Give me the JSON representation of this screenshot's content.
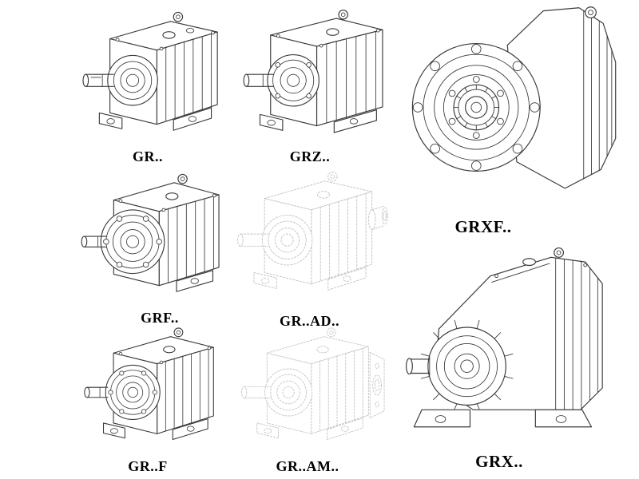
{
  "page": {
    "background": "#ffffff",
    "description_colors": {
      "line": "#3a3a3a",
      "faint_line": "#c4c4c4",
      "label": "#000000"
    }
  },
  "products": [
    {
      "label": "GR.."
    },
    {
      "label": "GRZ.."
    },
    {
      "label": "GRXF.."
    },
    {
      "label": "GRF.."
    },
    {
      "label": "GR..AD.."
    },
    {
      "label": "GR..F"
    },
    {
      "label": "GR..AM.."
    },
    {
      "label": "GRX.."
    }
  ]
}
